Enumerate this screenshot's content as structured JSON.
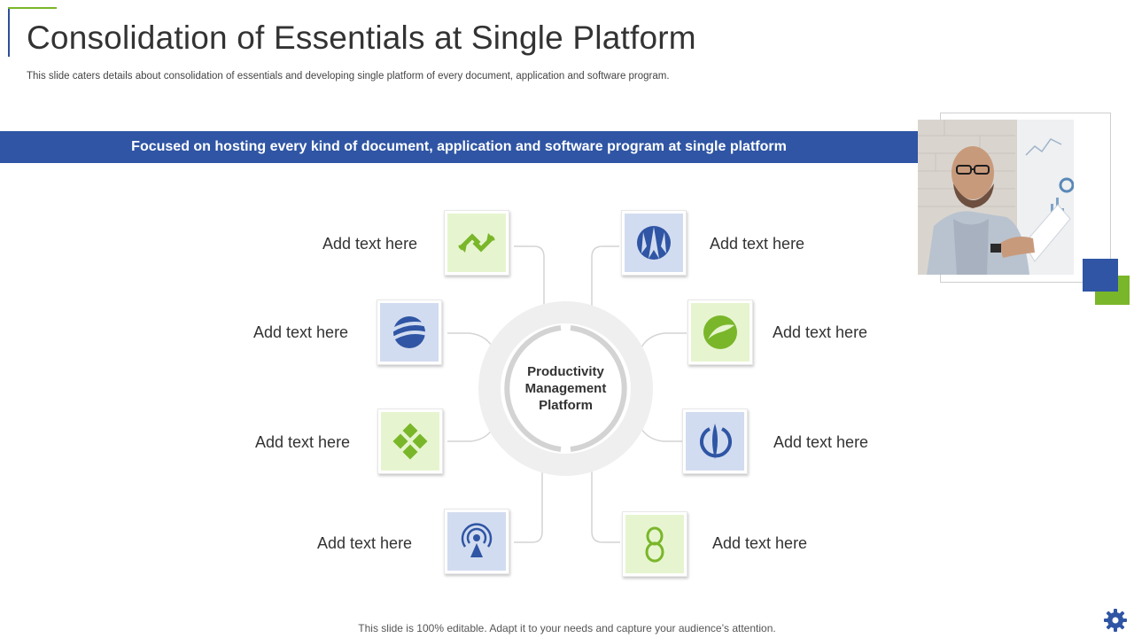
{
  "slide": {
    "title": "Consolidation of Essentials at Single Platform",
    "subtitle": "This slide caters details about consolidation of essentials and developing single platform of every document, application and software program.",
    "banner": "Focused on hosting every kind of document, application and software program at single platform",
    "footer": "This slide is 100% editable. Adapt it to your needs and capture your audience’s attention."
  },
  "center": {
    "lines": [
      "Productivity",
      "Management",
      "Platform"
    ]
  },
  "items": [
    {
      "label": "Add text here",
      "icon": "arrows-exchange-icon",
      "tile": "green"
    },
    {
      "label": "Add text here",
      "icon": "swoosh-globe-icon",
      "tile": "blue"
    },
    {
      "label": "Add text here",
      "icon": "diamond-cluster-icon",
      "tile": "green"
    },
    {
      "label": "Add text here",
      "icon": "broadcast-tower-icon",
      "tile": "blue"
    },
    {
      "label": "Add text here",
      "icon": "trident-emblem-icon",
      "tile": "blue"
    },
    {
      "label": "Add text here",
      "icon": "leaf-circle-icon",
      "tile": "green"
    },
    {
      "label": "Add text here",
      "icon": "power-emblem-icon",
      "tile": "blue"
    },
    {
      "label": "Add text here",
      "icon": "figure-eight-icon",
      "tile": "green"
    }
  ],
  "colors": {
    "primary_blue": "#2f55a4",
    "accent_green": "#7ab62a",
    "tile_green": "#e6f5cf",
    "tile_blue": "#d2dcf0",
    "text_dark": "#333333"
  }
}
